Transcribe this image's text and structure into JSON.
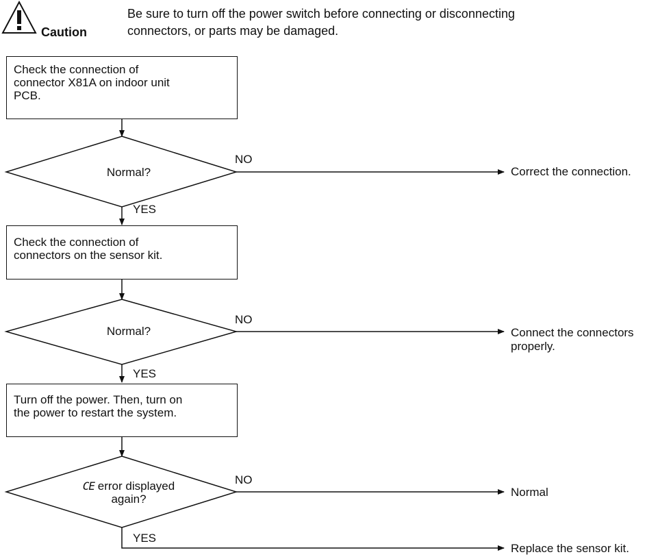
{
  "caution": {
    "icon": "warning-triangle-icon",
    "label": "Caution",
    "message_line1": "Be sure to turn off the power switch before connecting or disconnecting",
    "message_line2": "connectors, or parts may be damaged."
  },
  "steps": {
    "step1": {
      "line1": "Check the connection of",
      "line2": "connector X81A on indoor unit",
      "line3": "PCB."
    },
    "decision1": {
      "label": "Normal?",
      "no_label": "NO",
      "yes_label": "YES",
      "no_result": "Correct the connection."
    },
    "step2": {
      "line1": "Check the connection of",
      "line2": "connectors on the sensor kit."
    },
    "decision2": {
      "label": "Normal?",
      "no_label": "NO",
      "yes_label": "YES",
      "no_result_line1": "Connect the connectors",
      "no_result_line2": "properly."
    },
    "step3": {
      "line1": "Turn off the power. Then, turn on",
      "line2": "the power to restart the system."
    },
    "decision3": {
      "code": "CE",
      "label_line1": "error displayed",
      "label_line2": "again?",
      "no_label": "NO",
      "yes_label": "YES",
      "no_result": "Normal",
      "yes_result": "Replace the sensor kit."
    }
  }
}
